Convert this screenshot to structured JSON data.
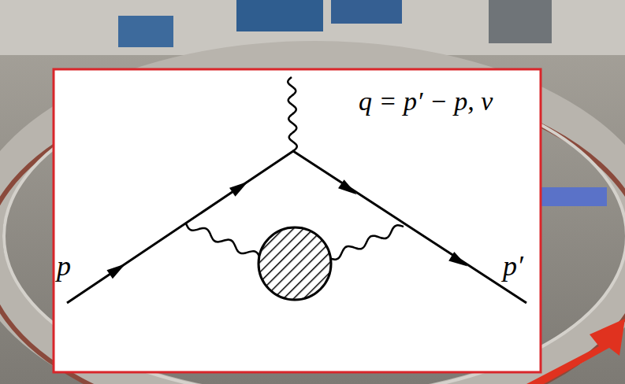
{
  "diagram": {
    "labels": [
      "q = p′ − p, ν",
      "p",
      "p′"
    ]
  }
}
